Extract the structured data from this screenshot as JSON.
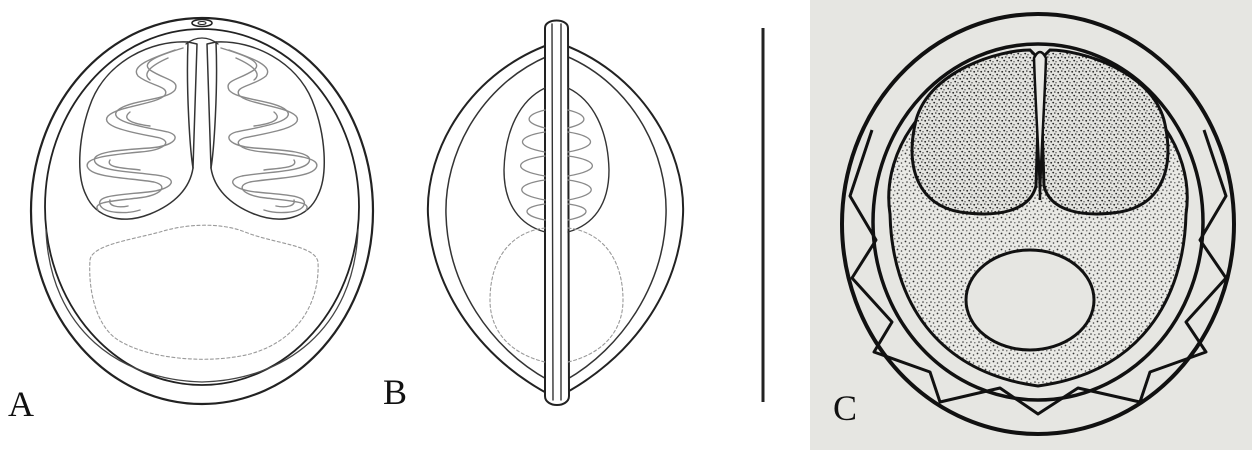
{
  "figure": {
    "panels": [
      {
        "id": "A",
        "label": "A"
      },
      {
        "id": "B",
        "label": "B"
      },
      {
        "id": "C",
        "label": "C"
      }
    ]
  },
  "colors": {
    "line": "#222222",
    "coil_line": "#8a8a8a",
    "dashed_line": "#9a9a9a",
    "panel_c_background": "#e6e6e2"
  }
}
